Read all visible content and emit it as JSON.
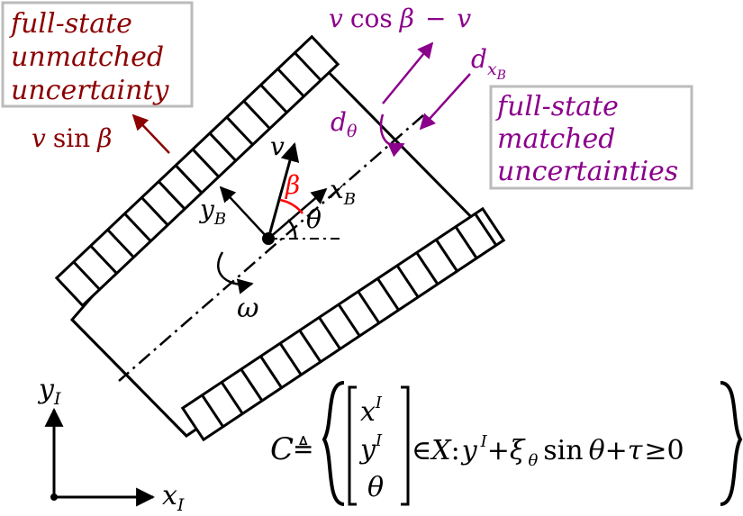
{
  "colors": {
    "ink": "#000000",
    "unmatched": "#8b0000",
    "matched": "#8b008b",
    "beta": "#ff0000",
    "box_border": "#bbbbbb"
  },
  "labels": {
    "unmatched_box": [
      "full-state",
      "unmatched",
      "uncertainty"
    ],
    "matched_box": [
      "full-state",
      "matched",
      "uncertainties"
    ],
    "v_sin_beta": {
      "v": "v",
      "fn": "sin",
      "sym": "β"
    },
    "v_cos_beta": {
      "v": "v",
      "fn": "cos",
      "sym": "β",
      "op": "−",
      "v2": "v"
    },
    "d_xB": {
      "base": "d",
      "sub": "x",
      "subsub": "B"
    },
    "d_theta": {
      "base": "d",
      "sub": "θ"
    },
    "v": "v",
    "beta": "β",
    "x_B": {
      "base": "x",
      "sub": "B"
    },
    "y_B": {
      "base": "y",
      "sub": "B"
    },
    "theta": "θ",
    "omega": "ω",
    "y_I": {
      "base": "y",
      "sub": "I"
    },
    "x_I": {
      "base": "x",
      "sub": "I"
    }
  },
  "formula": {
    "set": "C",
    "defeq": "≜",
    "vector": [
      {
        "base": "x",
        "sup": "I"
      },
      {
        "base": "y",
        "sup": "I"
      },
      {
        "base": "θ",
        "sup": ""
      }
    ],
    "in": "∈",
    "space": "X",
    "colon": ":",
    "y": "y",
    "y_sup": "I",
    "plus1": "+",
    "xi": "ξ",
    "xi_sub": "θ",
    "sin": "sin",
    "theta": "θ",
    "plus2": "+",
    "tau": "τ",
    "geq": "≥",
    "zero": "0"
  }
}
